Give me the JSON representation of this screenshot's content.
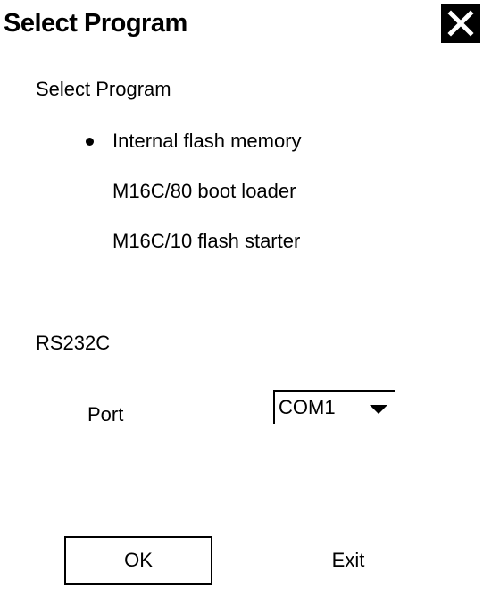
{
  "dialog": {
    "title": "Select Program"
  },
  "program_group": {
    "label": "Select Program",
    "options": [
      {
        "label": "Internal flash memory",
        "selected": true
      },
      {
        "label": "M16C/80 boot loader",
        "selected": false
      },
      {
        "label": "M16C/10 flash starter",
        "selected": false
      }
    ]
  },
  "serial_group": {
    "label": "RS232C",
    "port_label": "Port",
    "port_value": "COM1"
  },
  "buttons": {
    "ok_label": "OK",
    "exit_label": "Exit"
  },
  "icons": {
    "close": "close-icon",
    "dropdown": "caret-down-icon",
    "radio": "radio-selected-dot"
  },
  "colors": {
    "background": "#ffffff",
    "foreground": "#000000"
  }
}
